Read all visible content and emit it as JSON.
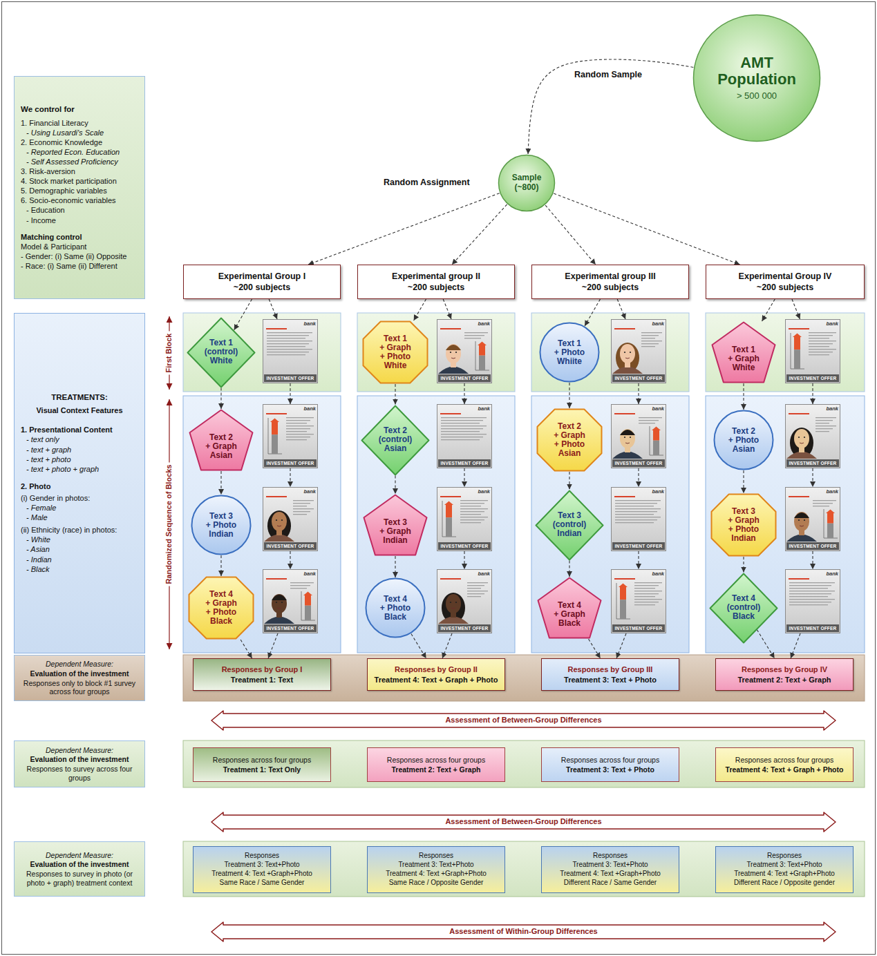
{
  "diagram": {
    "nodes": [
      {
        "text": [
          "We control for",
          "1. Financial Literacy",
          "- Using Lusardi's Scale",
          "2. Economic Knowledge",
          "- Reported Econ. Education",
          "- Self Assessed Proficiency",
          "3. Risk-aversion",
          "4. Stock market participation",
          "5. Demographic variables",
          "6. Socio-economic variables",
          "- Education",
          "- Income",
          "Matching control",
          "Model & Participant",
          "- Gender: (i) Same (ii) Opposite",
          "- Race: (i) Same (ii) Different"
        ]
      },
      {
        "text": [
          "AMT Population",
          "> 500 000"
        ]
      },
      {
        "text": [
          "Sample (~800)"
        ]
      },
      {
        "text": [
          "Experimental Group I",
          "~200 subjects"
        ]
      },
      {
        "text": [
          "Experimental group II",
          "~200 subjects"
        ]
      },
      {
        "text": [
          "Experimental group III",
          "~200 subjects"
        ]
      },
      {
        "text": [
          "Experimental Group IV",
          "~200 subjects"
        ]
      },
      {
        "text": [
          "TREATMENTS:",
          "Visual Context Features",
          "1. Presentational Content",
          "- text only",
          "- text + graph",
          "- text + photo",
          "- text + photo + graph",
          "2. Photo",
          "(i) Gender in photos:",
          "- Female",
          "- Male",
          "(ii) Ethnicity (race) in photos:",
          "- White",
          "- Asian",
          "- Indian",
          "- Black"
        ]
      },
      {
        "text": [
          "Text 1",
          "(control)",
          "White"
        ]
      },
      {
        "text": [
          "INVESTMENT OFFER",
          "bank"
        ]
      },
      {
        "text": [
          "Text 1",
          "+ Graph",
          "+ Photo",
          "White"
        ]
      },
      {
        "text": [
          "INVESTMENT OFFER",
          "bank"
        ]
      },
      {
        "text": [
          "Text 1",
          "+ Photo",
          "Whiite"
        ]
      },
      {
        "text": [
          "INVESTMENT OFFER",
          "bank"
        ]
      },
      {
        "text": [
          "Text 1",
          "+ Graph",
          "White"
        ]
      },
      {
        "text": [
          "INVESTMENT OFFER",
          "bank"
        ]
      },
      {
        "text": [
          "Text 2",
          "+ Graph",
          "Asian"
        ]
      },
      {
        "text": [
          "INVESTMENT OFFER",
          "bank"
        ]
      },
      {
        "text": [
          "Text 2",
          "(control)",
          "Asian"
        ]
      },
      {
        "text": [
          "INVESTMENT OFFER",
          "bank"
        ]
      },
      {
        "text": [
          "Text 2",
          "+ Graph",
          "+ Photo",
          "Asian"
        ]
      },
      {
        "text": [
          "INVESTMENT OFFER",
          "bank"
        ]
      },
      {
        "text": [
          "Text 2",
          "+ Photo",
          "Asian"
        ]
      },
      {
        "text": [
          "INVESTMENT OFFER",
          "bank"
        ]
      },
      {
        "text": [
          "Text 3",
          "+ Photo",
          "Indian"
        ]
      },
      {
        "text": [
          "INVESTMENT OFFER",
          "bank"
        ]
      },
      {
        "text": [
          "Text 3",
          "+ Graph",
          "Indian"
        ]
      },
      {
        "text": [
          "INVESTMENT OFFER",
          "bank"
        ]
      },
      {
        "text": [
          "Text 3",
          "(control)",
          "Indian"
        ]
      },
      {
        "text": [
          "INVESTMENT OFFER",
          "bank"
        ]
      },
      {
        "text": [
          "Text 3",
          "+ Graph",
          "+ Photo",
          "Indian"
        ]
      },
      {
        "text": [
          "INVESTMENT OFFER",
          "bank"
        ]
      },
      {
        "text": [
          "Text 4",
          "+ Graph",
          "+ Photo",
          "Black"
        ]
      },
      {
        "text": [
          "INVESTMENT OFFER",
          "bank"
        ]
      },
      {
        "text": [
          "Text 4",
          "+ Photo",
          "Black"
        ]
      },
      {
        "text": [
          "INVESTMENT OFFER",
          "bank"
        ]
      },
      {
        "text": [
          "Text 4",
          "+ Graph",
          "Black"
        ]
      },
      {
        "text": [
          "INVESTMENT OFFER",
          "bank"
        ]
      },
      {
        "text": [
          "Text 4",
          "(control)",
          "Black"
        ]
      },
      {
        "text": [
          "INVESTMENT OFFER",
          "bank"
        ]
      },
      {
        "text": [
          "Dependent Measure:",
          "Evaluation of the investment",
          "Responses only to block #1 survey across four groups"
        ]
      },
      {
        "text": [
          "Responses by Group I",
          "Treatment 1: Text"
        ]
      },
      {
        "text": [
          "Responses by Group II",
          "Treatment 4: Text + Graph + Photo"
        ]
      },
      {
        "text": [
          "Responses by Group III",
          "Treatment 3: Text + Photo"
        ]
      },
      {
        "text": [
          "Responses by Group IV",
          "Treatment 2: Text + Graph"
        ]
      },
      {
        "text": [
          "Assessment of Between-Group Differences"
        ]
      },
      {
        "text": [
          "Dependent Measure:",
          "Evaluation of the investment",
          "Responses to survey across four groups"
        ]
      },
      {
        "text": [
          "Responses across four groups",
          "Treatment 1: Text Only"
        ]
      },
      {
        "text": [
          "Responses across four groups",
          "Treatment 2: Text + Graph"
        ]
      },
      {
        "text": [
          "Responses across four groups",
          "Treatment 3: Text + Photo"
        ]
      },
      {
        "text": [
          "Responses across four groups",
          "Treatment 4: Text + Graph + Photo"
        ]
      },
      {
        "text": [
          "Assessment of Between-Group Differences"
        ]
      },
      {
        "text": [
          "Dependent Measure:",
          "Evaluation of the investment",
          "Responses to survey in photo (or photo + graph) treatment context"
        ]
      },
      {
        "text": [
          "Responses",
          "Treatment 3: Text+Photo",
          "Treatment 4: Text +Graph+Photo",
          "Same Race / Same Gender"
        ]
      },
      {
        "text": [
          "Responses",
          "Treatment 3: Text+Photo",
          "Treatment 4: Text +Graph+Photo",
          "Same Race / Opposite Gender"
        ]
      },
      {
        "text": [
          "Responses",
          "Treatment 3: Text+Photo",
          "Treatment 4: Text +Graph+Photo",
          "Different Race / Same Gender"
        ]
      },
      {
        "text": [
          "Responses",
          "Treatment 3: Text+Photo",
          "Treatment 4: Text +Graph+Photo",
          "Different Race / Opposite gender"
        ]
      },
      {
        "text": [
          "Assessment of Within-Group Differences"
        ]
      }
    ],
    "edges": [
      {
        "from": 1,
        "to": 2,
        "arrow": "to"
      },
      {
        "from": 2,
        "to": 3,
        "arrow": "to"
      },
      {
        "from": 2,
        "to": 4,
        "arrow": "to"
      },
      {
        "from": 2,
        "to": 5,
        "arrow": "to"
      },
      {
        "from": 2,
        "to": 6,
        "arrow": "to"
      },
      {
        "from": 3,
        "to": 8,
        "arrow": "to"
      },
      {
        "from": 3,
        "to": 9,
        "arrow": "to"
      },
      {
        "from": 8,
        "to": 16,
        "arrow": "to"
      },
      {
        "from": 16,
        "to": 24,
        "arrow": "to"
      },
      {
        "from": 24,
        "to": 32,
        "arrow": "to"
      },
      {
        "from": 9,
        "to": 17,
        "arrow": "to"
      },
      {
        "from": 17,
        "to": 25,
        "arrow": "to"
      },
      {
        "from": 25,
        "to": 33,
        "arrow": "to"
      },
      {
        "from": 32,
        "to": 41,
        "arrow": "to"
      },
      {
        "from": 33,
        "to": 41,
        "arrow": "to"
      },
      {
        "from": 4,
        "to": 10,
        "arrow": "to"
      },
      {
        "from": 4,
        "to": 11,
        "arrow": "to"
      },
      {
        "from": 10,
        "to": 18,
        "arrow": "to"
      },
      {
        "from": 18,
        "to": 26,
        "arrow": "to"
      },
      {
        "from": 26,
        "to": 34,
        "arrow": "to"
      },
      {
        "from": 11,
        "to": 19,
        "arrow": "to"
      },
      {
        "from": 19,
        "to": 27,
        "arrow": "to"
      },
      {
        "from": 27,
        "to": 35,
        "arrow": "to"
      },
      {
        "from": 34,
        "to": 42,
        "arrow": "to"
      },
      {
        "from": 35,
        "to": 42,
        "arrow": "to"
      },
      {
        "from": 5,
        "to": 12,
        "arrow": "to"
      },
      {
        "from": 5,
        "to": 13,
        "arrow": "to"
      },
      {
        "from": 12,
        "to": 20,
        "arrow": "to"
      },
      {
        "from": 20,
        "to": 28,
        "arrow": "to"
      },
      {
        "from": 28,
        "to": 36,
        "arrow": "to"
      },
      {
        "from": 13,
        "to": 21,
        "arrow": "to"
      },
      {
        "from": 21,
        "to": 29,
        "arrow": "to"
      },
      {
        "from": 29,
        "to": 37,
        "arrow": "to"
      },
      {
        "from": 36,
        "to": 43,
        "arrow": "to"
      },
      {
        "from": 37,
        "to": 43,
        "arrow": "to"
      },
      {
        "from": 6,
        "to": 14,
        "arrow": "to"
      },
      {
        "from": 6,
        "to": 15,
        "arrow": "to"
      },
      {
        "from": 14,
        "to": 22,
        "arrow": "to"
      },
      {
        "from": 22,
        "to": 30,
        "arrow": "to"
      },
      {
        "from": 30,
        "to": 38,
        "arrow": "to"
      },
      {
        "from": 15,
        "to": 23,
        "arrow": "to"
      },
      {
        "from": 23,
        "to": 31,
        "arrow": "to"
      },
      {
        "from": 31,
        "to": 39,
        "arrow": "to"
      },
      {
        "from": 38,
        "to": 44,
        "arrow": "to"
      },
      {
        "from": 39,
        "to": 44,
        "arrow": "to"
      }
    ],
    "labels": [
      "Random Sample",
      "Random Assignment",
      "First Block",
      "Randomized Sequence of Blocks"
    ]
  }
}
